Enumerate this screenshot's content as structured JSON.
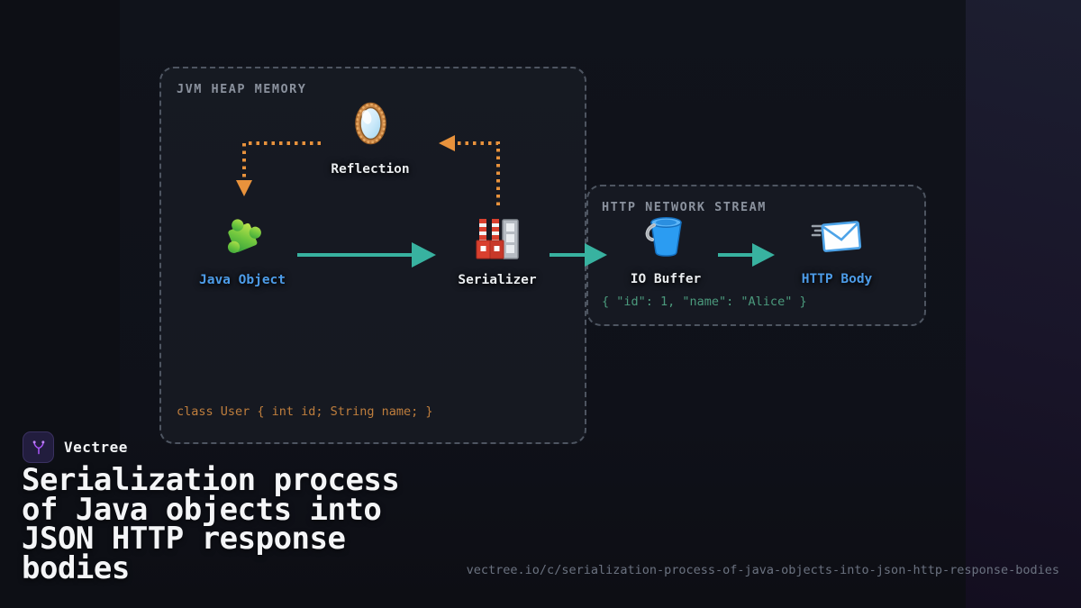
{
  "brand": {
    "name": "Vectree",
    "logo_icon": "vectree-branch-icon"
  },
  "title": "Serialization process of Java objects into JSON HTTP response bodies",
  "footer_url": "vectree.io/c/serialization-process-of-java-objects-into-json-http-response-bodies",
  "diagram": {
    "jvm_box": {
      "title": "JVM HEAP MEMORY",
      "reflection_label": "Reflection",
      "java_object_label": "Java Object",
      "serializer_label": "Serializer",
      "code_text": "class User { int id; String name; }",
      "icons": {
        "reflection": "mirror-icon",
        "java_object": "puzzle-piece-icon",
        "serializer": "factory-icon"
      }
    },
    "http_box": {
      "title": "HTTP NETWORK STREAM",
      "io_buffer_label": "IO Buffer",
      "http_body_label": "HTTP Body",
      "json_text": "{ \"id\": 1, \"name\": \"Alice\" }",
      "icons": {
        "io_buffer": "bucket-icon",
        "http_body": "incoming-envelope-icon"
      }
    },
    "colors": {
      "flow_arrow_teal": "#38b2a0",
      "reflection_arrow_orange": "#e8923c",
      "accent_blue_label": "#4d9ce8",
      "code_orange": "#bf7e3d",
      "json_teal": "#4b9a7d",
      "box_border_gray": "#4e5561",
      "logo_purple": "#a855f7"
    }
  }
}
